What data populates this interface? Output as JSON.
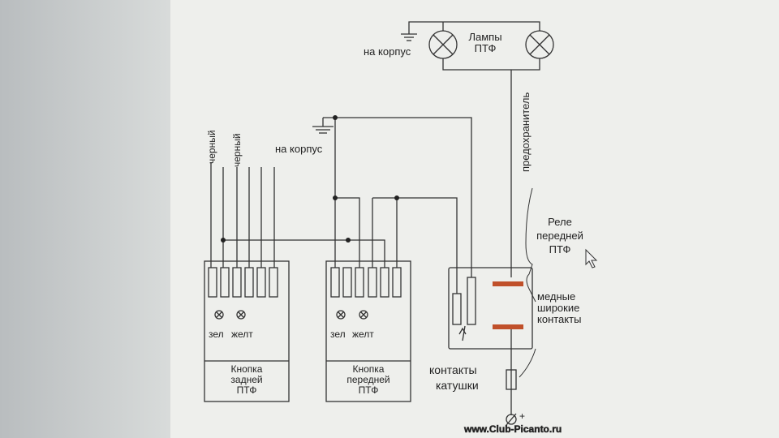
{
  "lamps": {
    "label_line1": "Лампы",
    "label_line2": "ПТФ",
    "ground_label": "на корпус"
  },
  "fuse_label": "предохранитель",
  "wire_labels": {
    "black_1": "черный",
    "black_2": "черный"
  },
  "switch_ground_label": "на корпус",
  "relay": {
    "title_line1": "Реле",
    "title_line2": "передней",
    "title_line3": "ПТФ",
    "contacts_line1": "медные",
    "contacts_line2": "широкие",
    "contacts_line3": "контакты",
    "coil_line1": "контакты",
    "coil_line2": "катушки",
    "plus_sign": "+"
  },
  "rear_button": {
    "green": "зел",
    "yellow": "желт",
    "title_line1": "Кнопка",
    "title_line2": "задней",
    "title_line3": "ПТФ"
  },
  "front_button": {
    "green": "зел",
    "yellow": "желт",
    "title_line1": "Кнопка",
    "title_line2": "передней",
    "title_line3": "ПТФ"
  },
  "watermark": "www.Club-Picanto.ru",
  "colors": {
    "paper": "#eeefec",
    "line": "#333333",
    "contact": "#c0502a",
    "left_shade": "#c9cdce"
  }
}
